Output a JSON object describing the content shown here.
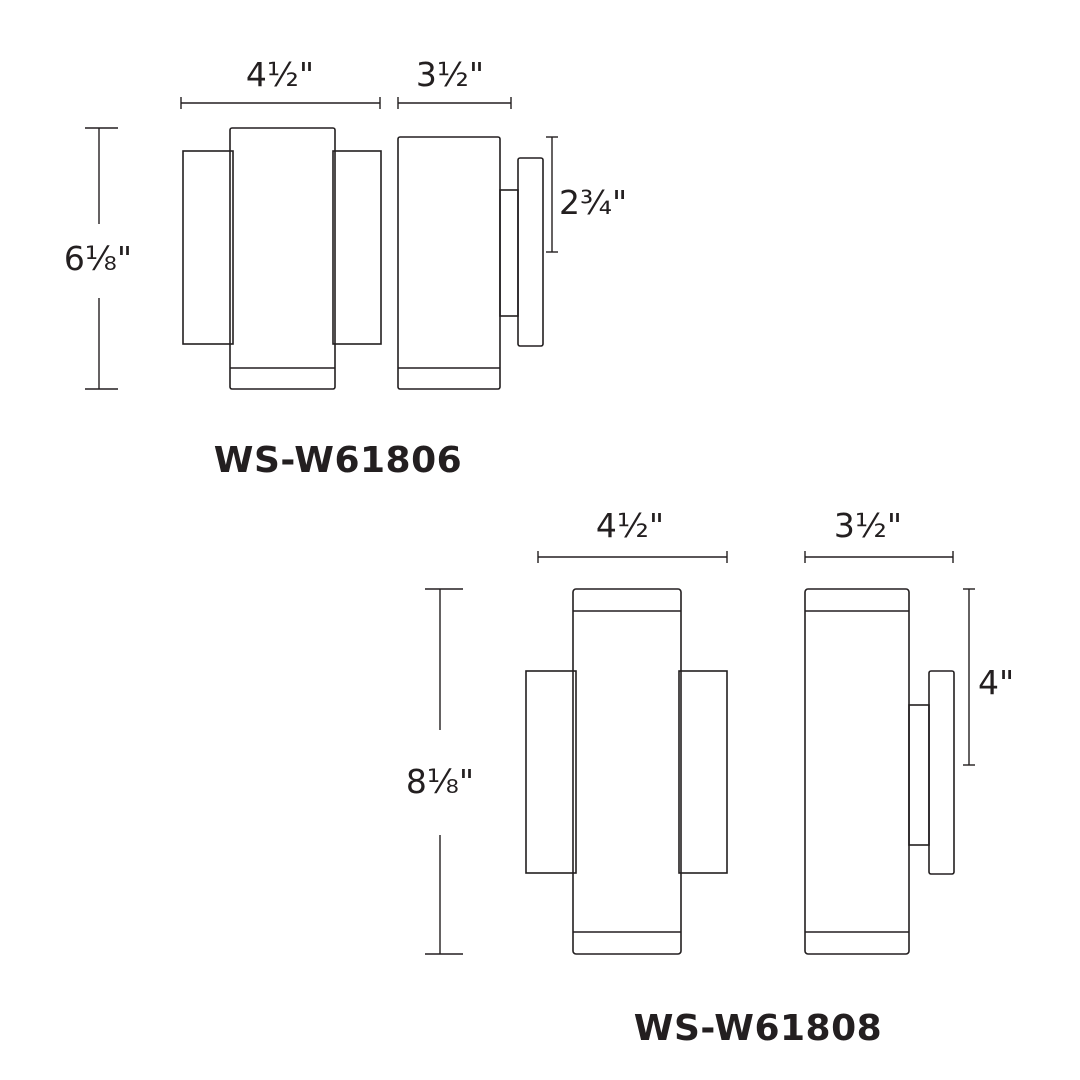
{
  "products": [
    {
      "model": "WS-W61806",
      "width_label": "4½\"",
      "depth_label": "3½\"",
      "height_label": "6⅛\"",
      "backplate_label": "2¾\""
    },
    {
      "model": "WS-W61808",
      "width_label": "4½\"",
      "depth_label": "3½\"",
      "height_label": "8⅛\"",
      "backplate_label": "4\""
    }
  ],
  "colors": {
    "line": "#231f20",
    "background": "#ffffff"
  }
}
